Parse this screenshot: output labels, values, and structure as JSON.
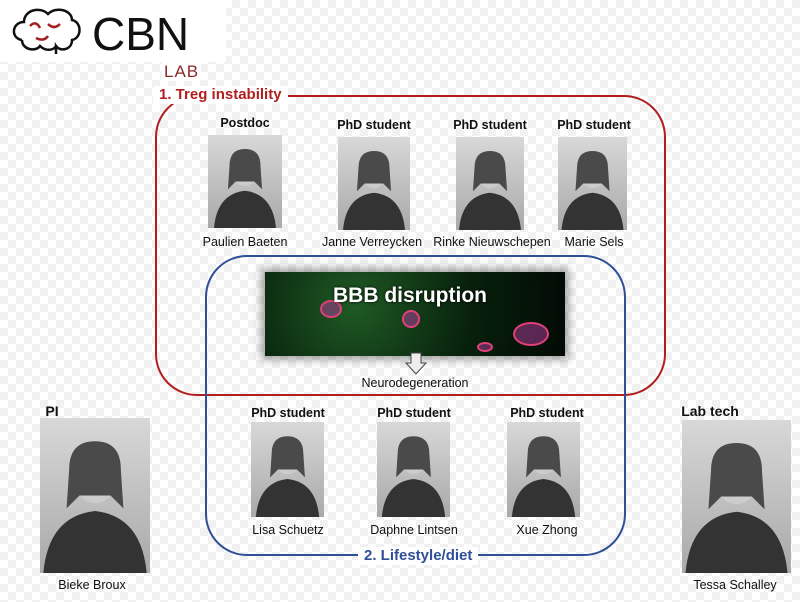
{
  "logo": {
    "text": "CBN",
    "subtitle": "LAB"
  },
  "groups": {
    "treg": {
      "label": "1. Treg instability",
      "color": "#b01e1e"
    },
    "lifestyle": {
      "label": "2. Lifestyle/diet",
      "color": "#2f4f96"
    }
  },
  "center": {
    "image_title": "BBB disruption",
    "outcome": "Neurodegeneration"
  },
  "members": [
    {
      "role": "Postdoc",
      "name": "Paulien Baeten"
    },
    {
      "role": "PhD student",
      "name": "Janne Verreycken"
    },
    {
      "role": "PhD student",
      "name": "Rinke Nieuwschepen"
    },
    {
      "role": "PhD student",
      "name": "Marie Sels"
    },
    {
      "role": "PhD student",
      "name": "Lisa Schuetz"
    },
    {
      "role": "PhD student",
      "name": "Daphne Lintsen"
    },
    {
      "role": "PhD student",
      "name": "Xue Zhong"
    },
    {
      "role": "PI",
      "name": "Bieke Broux"
    },
    {
      "role": "Lab tech",
      "name": "Tessa Schalley"
    }
  ]
}
